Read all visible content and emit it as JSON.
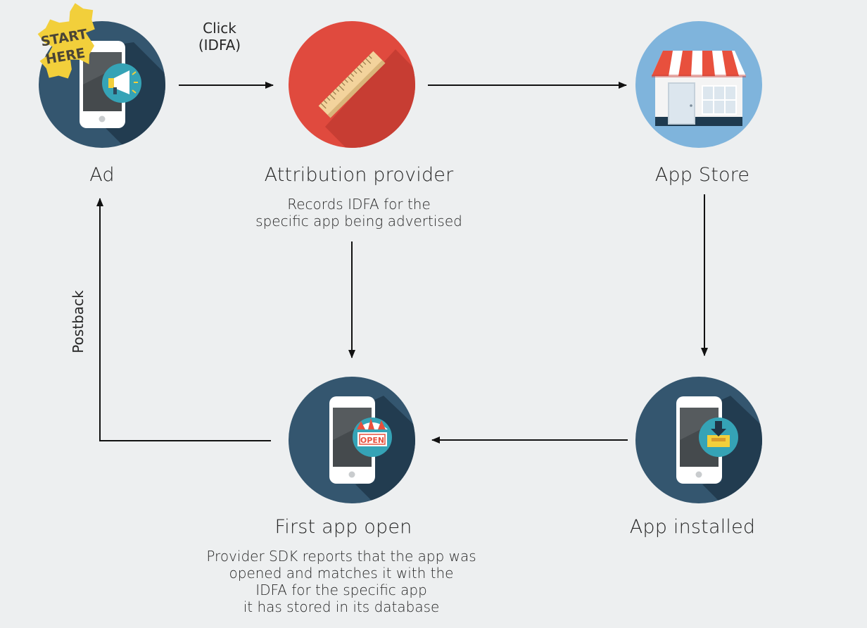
{
  "nodes": {
    "ad": {
      "title": "Ad",
      "badge_line1": "START",
      "badge_line2": "HERE"
    },
    "attribution": {
      "title": "Attribution provider",
      "desc": [
        "Records IDFA for the",
        "specific app being advertised"
      ]
    },
    "app_store": {
      "title": "App Store"
    },
    "app_installed": {
      "title": "App installed"
    },
    "first_open": {
      "title": "First app open",
      "sign_text": "OPEN",
      "desc": [
        "Provider SDK reports that the app was",
        "opened and matches it with the",
        "IDFA for the specific app",
        "it has stored in its database"
      ]
    }
  },
  "edges": {
    "click": [
      "Click",
      "(IDFA)"
    ],
    "postback": "Postback"
  },
  "colors": {
    "background": "#edeff0",
    "navy": "#34566f",
    "navy_shadow": "#223c50",
    "red": "#e04a3e",
    "sky": "#7fb4dc",
    "teal": "#35a3b6",
    "badge": "#f2cf3b",
    "awning_red": "#e8503d"
  }
}
